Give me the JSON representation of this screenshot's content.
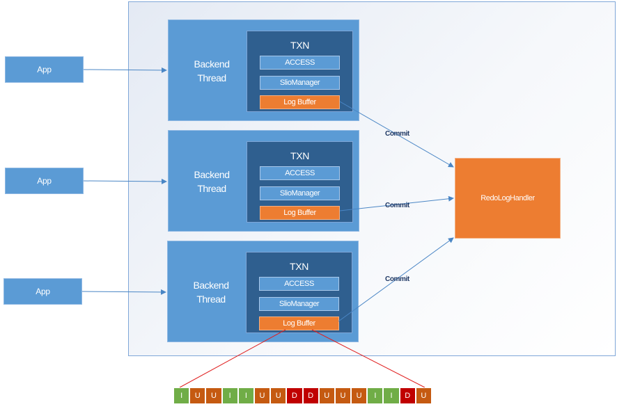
{
  "apps": [
    "App",
    "App",
    "App"
  ],
  "threads": [
    {
      "label": "Backend\nThread",
      "txn": "TXN",
      "access": "ACCESS",
      "slio": "SlioManager",
      "log": "Log Buffer"
    },
    {
      "label": "Backend\nThread",
      "txn": "TXN",
      "access": "ACCESS",
      "slio": "SlioManager",
      "log": "Log Buffer"
    },
    {
      "label": "Backend\nThread",
      "txn": "TXN",
      "access": "ACCESS",
      "slio": "SlioManager",
      "log": "Log Buffer"
    }
  ],
  "commits": [
    "Commit",
    "Commit",
    "Commit"
  ],
  "redo_handler": "RedoLogHandler",
  "log_buffer_cells": [
    "I",
    "U",
    "U",
    "I",
    "I",
    "U",
    "U",
    "D",
    "D",
    "U",
    "U",
    "U",
    "I",
    "I",
    "D",
    "U"
  ],
  "colors": {
    "insert": "#70ad47",
    "update": "#c55a11",
    "delete": "#c00000",
    "blue": "#5b9bd5",
    "orange": "#ed7d31",
    "navy": "#2f5f8f"
  }
}
